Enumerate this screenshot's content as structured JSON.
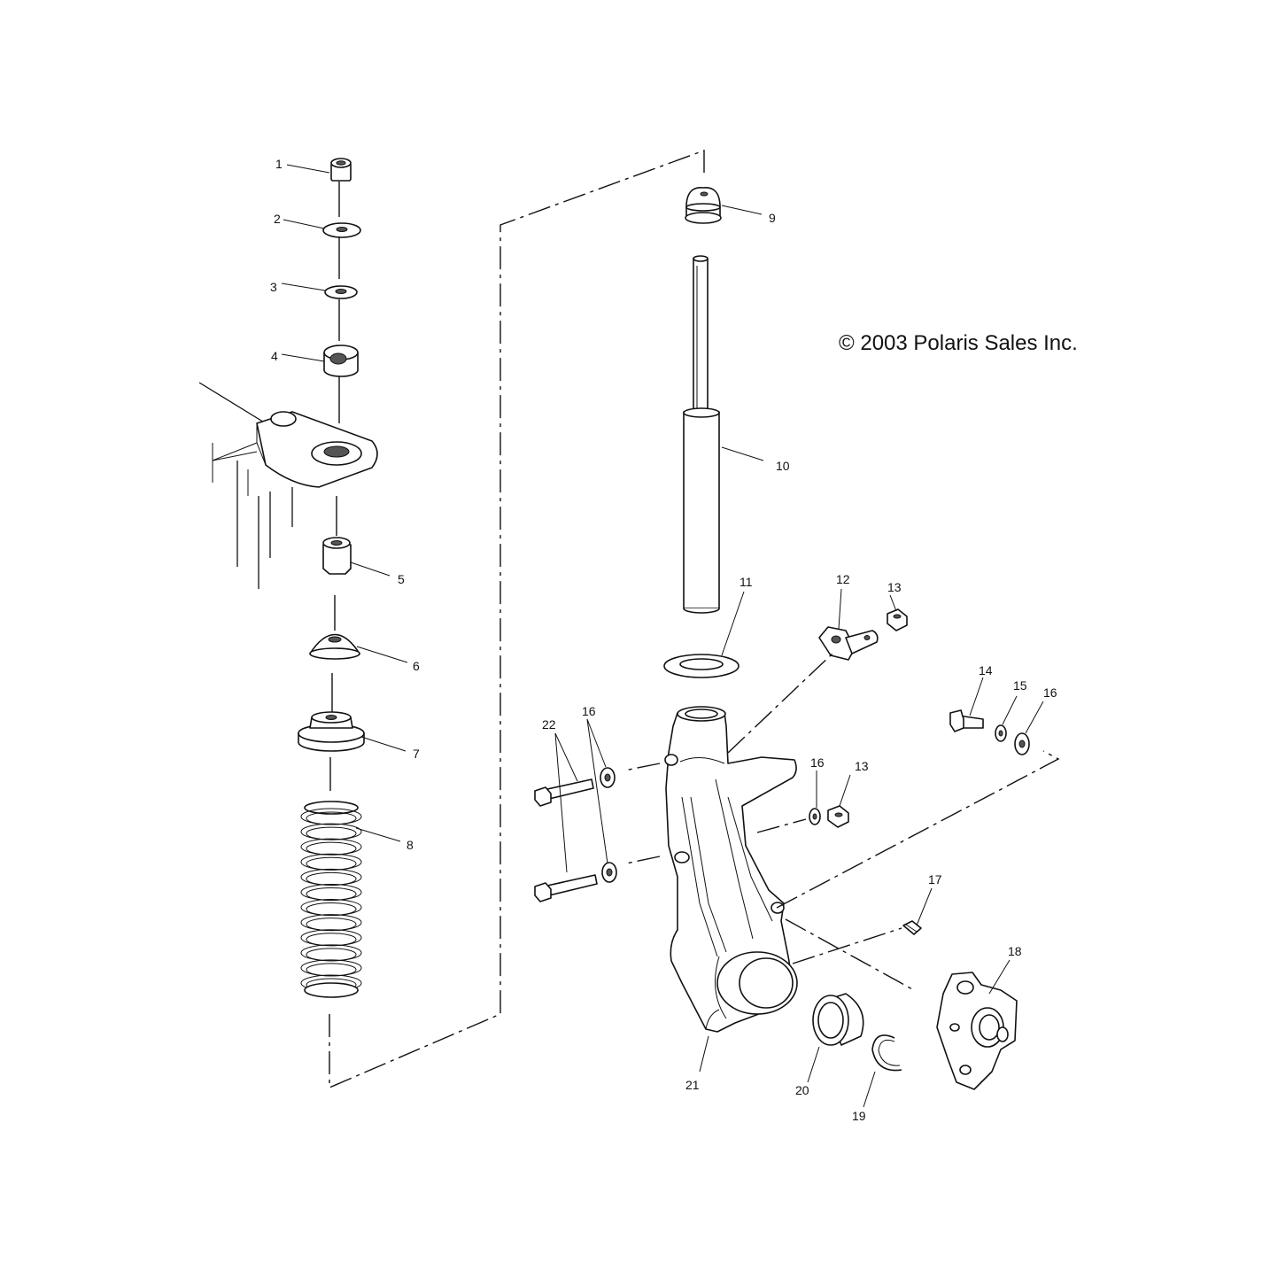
{
  "copyright": "© 2003 Polaris Sales Inc.",
  "callouts": [
    {
      "id": "1",
      "label": "1"
    },
    {
      "id": "2",
      "label": "2"
    },
    {
      "id": "3",
      "label": "3"
    },
    {
      "id": "4",
      "label": "4"
    },
    {
      "id": "5",
      "label": "5"
    },
    {
      "id": "6",
      "label": "6"
    },
    {
      "id": "7",
      "label": "7"
    },
    {
      "id": "8",
      "label": "8"
    },
    {
      "id": "9",
      "label": "9"
    },
    {
      "id": "10",
      "label": "10"
    },
    {
      "id": "11",
      "label": "11"
    },
    {
      "id": "12",
      "label": "12"
    },
    {
      "id": "13a",
      "label": "13"
    },
    {
      "id": "14",
      "label": "14"
    },
    {
      "id": "15",
      "label": "15"
    },
    {
      "id": "16a",
      "label": "16"
    },
    {
      "id": "16b",
      "label": "16"
    },
    {
      "id": "16c",
      "label": "16"
    },
    {
      "id": "13b",
      "label": "13"
    },
    {
      "id": "22",
      "label": "22"
    },
    {
      "id": "17",
      "label": "17"
    },
    {
      "id": "18",
      "label": "18"
    },
    {
      "id": "19",
      "label": "19"
    },
    {
      "id": "20",
      "label": "20"
    },
    {
      "id": "21",
      "label": "21"
    }
  ]
}
